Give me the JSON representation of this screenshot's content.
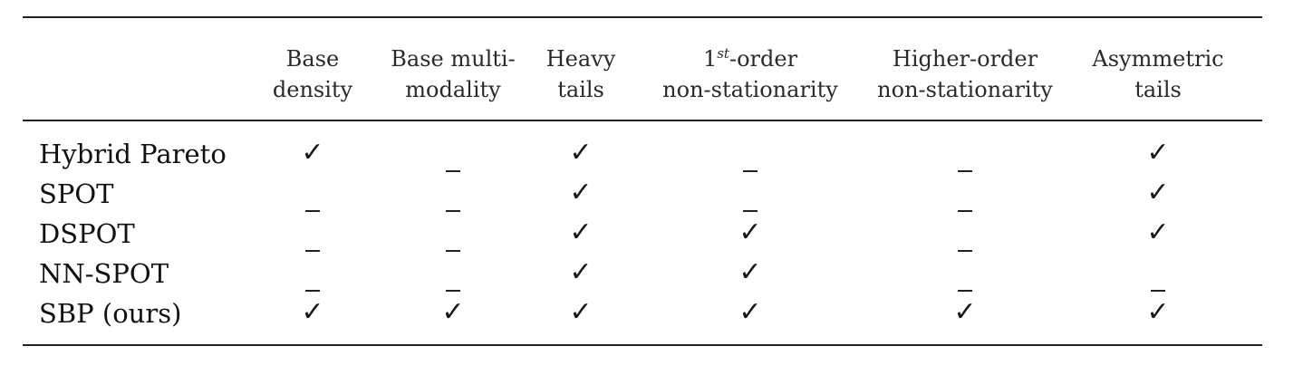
{
  "header": {
    "empty_corner": "",
    "columns": [
      {
        "line1": "Base",
        "line2": "density"
      },
      {
        "line1": "Base multi-",
        "line2": "modality"
      },
      {
        "line1": "Heavy",
        "line2": "tails"
      },
      {
        "line1_prefix": "1",
        "line1_sup": "st",
        "line1_suffix": "-order",
        "line2": "non-stationarity"
      },
      {
        "line1": "Higher-order",
        "line2": "non-stationarity"
      },
      {
        "line1": "Asymmetric",
        "line2": "tails"
      }
    ]
  },
  "rows": [
    {
      "method": "Hybrid Pareto",
      "cells": [
        "yes",
        "no",
        "yes",
        "no",
        "no",
        "yes"
      ]
    },
    {
      "method": "SPOT",
      "cells": [
        "no",
        "no",
        "yes",
        "no",
        "no",
        "yes"
      ]
    },
    {
      "method": "DSPOT",
      "cells": [
        "no",
        "no",
        "yes",
        "yes",
        "no",
        "yes"
      ]
    },
    {
      "method": "NN-SPOT",
      "cells": [
        "no",
        "no",
        "yes",
        "yes",
        "no",
        "no"
      ]
    },
    {
      "method": "SBP (ours)",
      "cells": [
        "yes",
        "yes",
        "yes",
        "yes",
        "yes",
        "yes"
      ]
    }
  ],
  "symbols": {
    "yes": "✓",
    "no": "_"
  }
}
